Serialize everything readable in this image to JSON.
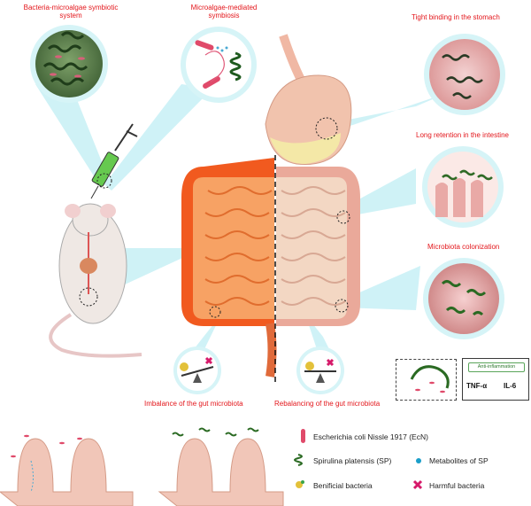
{
  "labels": {
    "bacteria_microalgae": "Bacteria-microalgae symbiotic system",
    "microalgae_mediated": "Microalgae-mediated symbiosis",
    "tight_binding": "Tight binding in the stomach",
    "long_retention": "Long retention in the intestine",
    "microbiota_colonization": "Microbiota colonization",
    "imbalance": "Imbalance of the gut microbiota",
    "rebalancing": "Rebalancing of the gut microbiota"
  },
  "anti_inflammation": {
    "title": "Anti-inflammation",
    "items": [
      "TNF-α",
      "IL-6"
    ]
  },
  "legend": {
    "ecn": "Escherichia coli Nissle 1917 (EcN)",
    "sp": "Spirulina platensis (SP)",
    "metabolites": "Metabolites of SP",
    "beneficial": "Benificial bacteria",
    "harmful": "Harmful bacteria"
  },
  "colors": {
    "label_red": "#e3161b",
    "callout_cyan": "#bfeef4",
    "spirulina_green": "#2f7d2f",
    "ecn_pink": "#e04a6a",
    "intestine_left": "#f07a3a",
    "intestine_right": "#f0c3a8"
  }
}
